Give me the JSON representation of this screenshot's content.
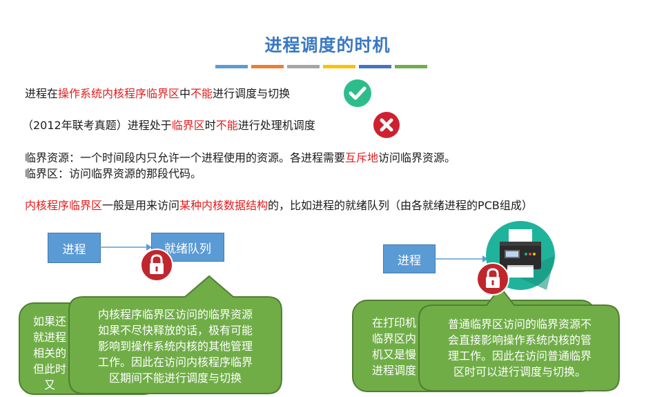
{
  "title": "进程调度的时机",
  "color_bars": [
    "#5b9bd5",
    "#ed7d31",
    "#a5a5a5",
    "#ffc000",
    "#4472c4",
    "#70ad47"
  ],
  "statement1": {
    "p1": "进程在",
    "p2": "操作系统内核程序临界区",
    "p3": "中",
    "p4": "不能",
    "p5": "进行调度与切换",
    "icon": "check-circle-icon",
    "icon_color": "#2dbd8b"
  },
  "statement2": {
    "p1": "（2012年联考真题）进程处于",
    "p2": "临界区",
    "p3": "时",
    "p4": "不能",
    "p5": "进行处理机调度",
    "icon": "cross-circle-icon",
    "icon_color": "#cf2030"
  },
  "def1": {
    "p1": "临界资源：一个时间段内只允许一个进程使用的资源。各进程需要",
    "p2": "互斥地",
    "p3": "访问临界资源。"
  },
  "def2": "临界区：访问临界资源的那段代码。",
  "statement3": {
    "p1": "内核程序临界区",
    "p2": "一般是用来访问",
    "p3": "某种内核数据结构",
    "p4": "的，比如进程的就绪队列（由各就绪进程的PCB组成）"
  },
  "left_diagram": {
    "process_label": "进程",
    "queue_label": "就绪队列",
    "back_bubble": [
      "如果还",
      "就进程",
      "相关的",
      "但此时",
      "又"
    ],
    "front_bubble": [
      "内核程序临界区访问的临界资源",
      "如果不尽快释放的话，极有可能",
      "影响到操作系统内核的其他管理",
      "工作。因此在访问内核程序临界",
      "区期间不能进行调度与切换"
    ]
  },
  "right_diagram": {
    "process_label": "进程",
    "printer_icon": "printer-icon",
    "back_bubble": [
      "在打印机",
      "临界区内",
      "机又是慢",
      "进程调度"
    ],
    "front_bubble": [
      "普通临界区访问的临界资源不",
      "会直接影响操作系统内核的管",
      "理工作。因此在访问普通临界",
      "区时可以进行调度与切换。"
    ]
  },
  "colors": {
    "accent": "#3a78c2",
    "highlight": "#e31b1b",
    "box": "#5b9bd5",
    "bubble": "#70ad47",
    "bubble_border": "#507e32",
    "lock": "#c0272d",
    "printer_bg": "#1fb39b"
  }
}
